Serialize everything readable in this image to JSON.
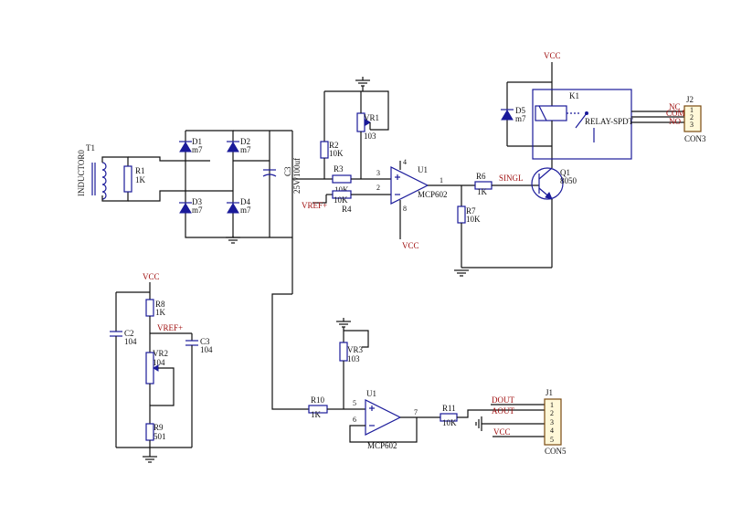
{
  "labels": {
    "t1": "T1",
    "inductor": "INDUCTOR0",
    "r1": "R1",
    "r1v": "1K",
    "d1": "D1",
    "d1v": "m7",
    "d2": "D2",
    "d2v": "m7",
    "d3": "D3",
    "d3v": "m7",
    "d4": "D4",
    "d4v": "m7",
    "c3top": "C3",
    "c3topv": "25V/100uf",
    "r2": "R2",
    "r2v": "10K",
    "vr1": "VR1",
    "vr1v": "103",
    "r3": "R3",
    "r3v": "10K",
    "r4": "R4",
    "r4v": "10K",
    "vref": "VREF+",
    "u1": "U1",
    "mcp": "MCP602",
    "vcc": "VCC",
    "r6": "R6",
    "r6v": "1K",
    "singl": "SINGL",
    "q1": "Q1",
    "q1v": "8050",
    "r7": "R7",
    "r7v": "10K",
    "d5": "D5",
    "d5v": "m7",
    "k1": "K1",
    "relay": "RELAY-SPDT",
    "j2": "J2",
    "nc": "NC",
    "com": "COM",
    "no": "NO",
    "con3": "CON3",
    "r8": "R8",
    "r8v": "1K",
    "c2": "C2",
    "c2v": "104",
    "vrefl": "VREF+",
    "c3l": "C3",
    "c3lv": "104",
    "vr2": "VR2",
    "vr2v": "104",
    "r9": "R9",
    "r9v": "501",
    "vr3": "VR3",
    "vr3v": "103",
    "r10": "R10",
    "r10v": "1K",
    "r11": "R11",
    "r11v": "10K",
    "dout": "DOUT",
    "aout": "AOUT",
    "j1": "J1",
    "con5": "CON5"
  },
  "pins": {
    "u1a_p3": "3",
    "u1a_p2": "2",
    "u1a_p1": "1",
    "u1a_p4": "4",
    "u1a_p8": "8",
    "u1b_p5": "5",
    "u1b_p6": "6",
    "u1b_p7": "7",
    "j2_1": "1",
    "j2_2": "2",
    "j2_3": "3",
    "j1_1": "1",
    "j1_2": "2",
    "j1_3": "3",
    "j1_4": "4",
    "j1_5": "5"
  }
}
